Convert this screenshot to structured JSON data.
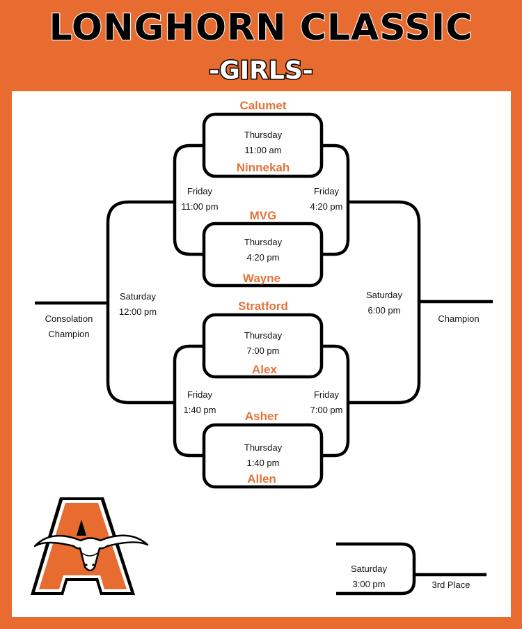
{
  "header": {
    "title": "LONGHORN CLASSIC",
    "subtitle": "-GIRLS-"
  },
  "teams": {
    "calumet": "Calumet",
    "ninnekah": "Ninnekah",
    "mvg": "MVG",
    "wayne": "Wayne",
    "stratford": "Stratford",
    "alex": "Alex",
    "asher": "Asher",
    "allen": "Allen"
  },
  "games": {
    "g1": {
      "day": "Thursday",
      "time": "11:00 am"
    },
    "g2": {
      "day": "Thursday",
      "time": "4:20 pm"
    },
    "g3": {
      "day": "Thursday",
      "time": "7:00 pm"
    },
    "g4": {
      "day": "Thursday",
      "time": "1:40 pm"
    },
    "semi_top_left": {
      "day": "Friday",
      "time": "11:00 pm"
    },
    "semi_top_right": {
      "day": "Friday",
      "time": "4:20 pm"
    },
    "semi_bot_left": {
      "day": "Friday",
      "time": "1:40 pm"
    },
    "semi_bot_right": {
      "day": "Friday",
      "time": "7:00 pm"
    },
    "consolation_final": {
      "day": "Saturday",
      "time": "12:00 pm"
    },
    "championship_final": {
      "day": "Saturday",
      "time": "6:00 pm"
    },
    "third_place_game": {
      "day": "Saturday",
      "time": "3:00 pm"
    }
  },
  "results": {
    "consolation_line1": "Consolation",
    "consolation_line2": "Champion",
    "champion": "Champion",
    "third_place": "3rd Place"
  },
  "colors": {
    "accent": "#e86b2f",
    "team_text": "#e4733a"
  },
  "logo": {
    "letter": "A",
    "icon": "longhorn-icon"
  }
}
